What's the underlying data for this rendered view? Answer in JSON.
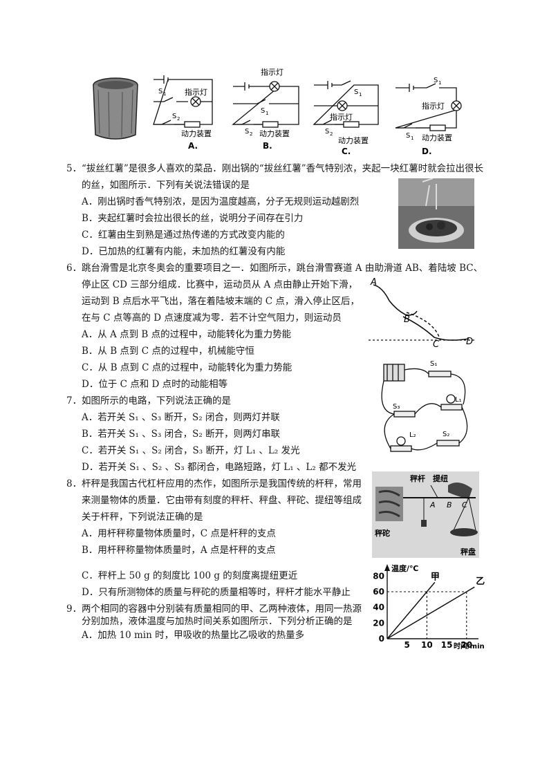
{
  "top_figure": {
    "options": [
      {
        "letter": "A.",
        "lamp_label": "指示灯",
        "device_label": "动力装置",
        "s1": "S",
        "s2": "S"
      },
      {
        "letter": "B.",
        "lamp_label": "指示灯",
        "device_label": "动力装置",
        "s1": "S",
        "s2": "S"
      },
      {
        "letter": "C.",
        "lamp_label": "指示灯",
        "device_label": "动力装置",
        "s1": "S",
        "s2": "S"
      },
      {
        "letter": "D.",
        "lamp_label": "指示灯",
        "device_label": "动力装置",
        "s1": "S",
        "s2": "S"
      }
    ],
    "sub1": "1",
    "sub2": "2"
  },
  "q5": {
    "number": "5．",
    "stem_1": "“拔丝红薯”是很多人喜欢的菜品．刚出锅的“拔丝红薯”香气特别浓，夹起一块红薯时就会拉出很长",
    "stem_2": "的丝，如图所示．下列有关说法错误的是",
    "A": "A．刚出锅时香气特别浓，是因为温度越高，分子无规则运动越剧烈",
    "B": "B．夹起红薯时会拉出很长的丝，说明分子间存在引力",
    "C": "C．红薯由生到熟是通过热传递的方式改变内能的",
    "D": "D．已加热的红薯有内能，未加热的红薯没有内能"
  },
  "q6": {
    "number": "6．",
    "stem_1": "跳台滑雪是北京冬奥会的重要项目之一．如图所示，跳台滑雪赛道 A 由助滑道 AB、着陆坡 BC、",
    "stem_2": "停止区 CD 三部分组成．比赛中，运动员从 A 点由静止开始下滑，",
    "stem_3": "运动到 B 点后水平飞出，落在着陆坡末端的 C 点，滑入停止区后，",
    "stem_4": "在与 C 点等高的 D 点速度减为零．若不计空气阻力，则运动员",
    "A": "A．从 A 点到 B 点的过程中，动能转化为重力势能",
    "B": "B．从 B 点到 C 点的过程中，机械能守恒",
    "C": "C．从 B 点到 C 点的过程中，动能转化为重力势能",
    "D": "D．位于 C 点和 D 点时的动能相等",
    "fig_labels": {
      "A": "A",
      "B": "B",
      "C": "C",
      "D": "D"
    }
  },
  "q7": {
    "number": "7．",
    "stem": "如图所示的电路，下列说法正确的是",
    "A": "A．若开关 S₁ 、S₃ 断开，S₂ 闭合，则两灯并联",
    "B": "B．若开关 S₁ 、S₃ 闭合，S₂ 断开，则两灯串联",
    "C": "C．若开关 S₁ 、S₂ 闭合，S₃ 断开，灯 L₁ 、L₂ 发光",
    "D": "D．若开关 S₁ 、S₂ 、S₃ 都闭合，电路短路，灯 L₁ 、L₂ 都不发光",
    "fig_labels": {
      "s1": "S₁",
      "s2": "S₂",
      "s3": "S₃",
      "l1": "L₁",
      "l2": "L₂"
    }
  },
  "q8": {
    "number": "8．",
    "stem_1": "杆秤是我国古代杠杆应用的杰作，如图所示是我国传统的杆秤，常用",
    "stem_2": "来测量物体的质量．它由带有刻度的秤杆、秤盘、秤砣、提纽等组成",
    "stem_3": "关于杆秤，下列说法正确的是",
    "A": "A．用杆秤称量物体质量时，C 点是杆秤的支点",
    "B": "B．用杆秤称量物体质量时，A 点是杆秤的支点",
    "C": "C．秤杆上 50 g 的刻度比 100 g 的刻度离提纽更近",
    "D": "D．只有所测物体的质量与秤砣的质量相等时，秤杆才能水平静止",
    "fig_labels": {
      "beam": "秤杆",
      "knob": "提纽",
      "A": "A",
      "B": "B",
      "C": "C",
      "weight": "秤砣",
      "pan": "秤盘"
    }
  },
  "q9": {
    "number": "9．",
    "stem_1": "两个相同的容器中分别装有质量相同的甲、乙两种液体，用同一热源",
    "stem_2": "分别加热，液体温度与加热时间关系如图所示．下列分析正确的是",
    "A": "A．加热 10 min 时，甲吸收的热量比乙吸收的热量多"
  },
  "chart_data": {
    "type": "line",
    "ylabel": "温度/℃",
    "xlabel": "时间/min",
    "xticks": [
      "5",
      "10",
      "15",
      "20"
    ],
    "yticks": [
      "0",
      "20",
      "40",
      "60",
      "80"
    ],
    "xlim": [
      0,
      23
    ],
    "ylim": [
      0,
      90
    ],
    "series": [
      {
        "name": "甲",
        "x": [
          0,
          10,
          12
        ],
        "y": [
          0,
          60,
          72
        ]
      },
      {
        "name": "乙",
        "x": [
          0,
          20,
          22
        ],
        "y": [
          0,
          60,
          66
        ]
      }
    ],
    "guides": [
      {
        "x": 10,
        "y": 60
      },
      {
        "x": 20,
        "y": 60
      }
    ]
  }
}
